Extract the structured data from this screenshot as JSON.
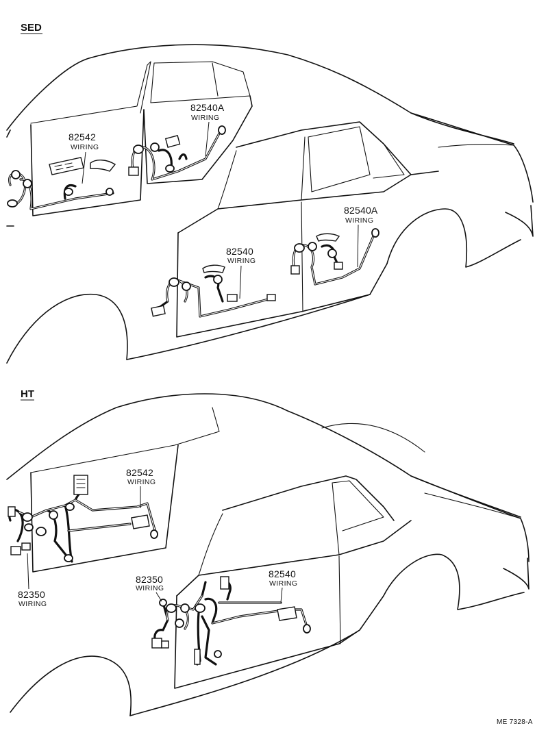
{
  "sections": {
    "sedan": {
      "title": "SED"
    },
    "hardtop": {
      "title": "HT"
    }
  },
  "callouts": {
    "sed_82542": {
      "number": "82542",
      "name": "WIRING"
    },
    "sed_82540A_rear": {
      "number": "82540A",
      "name": "WIRING"
    },
    "sed_82540": {
      "number": "82540",
      "name": "WIRING"
    },
    "sed_82540A_front": {
      "number": "82540A",
      "name": "WIRING"
    },
    "ht_82542": {
      "number": "82542",
      "name": "WIRING"
    },
    "ht_82350_rear": {
      "number": "82350",
      "name": "WIRING"
    },
    "ht_82350_front": {
      "number": "82350",
      "name": "WIRING"
    },
    "ht_82540": {
      "number": "82540",
      "name": "WIRING"
    }
  },
  "footer": {
    "code": "ME 7328-A"
  }
}
